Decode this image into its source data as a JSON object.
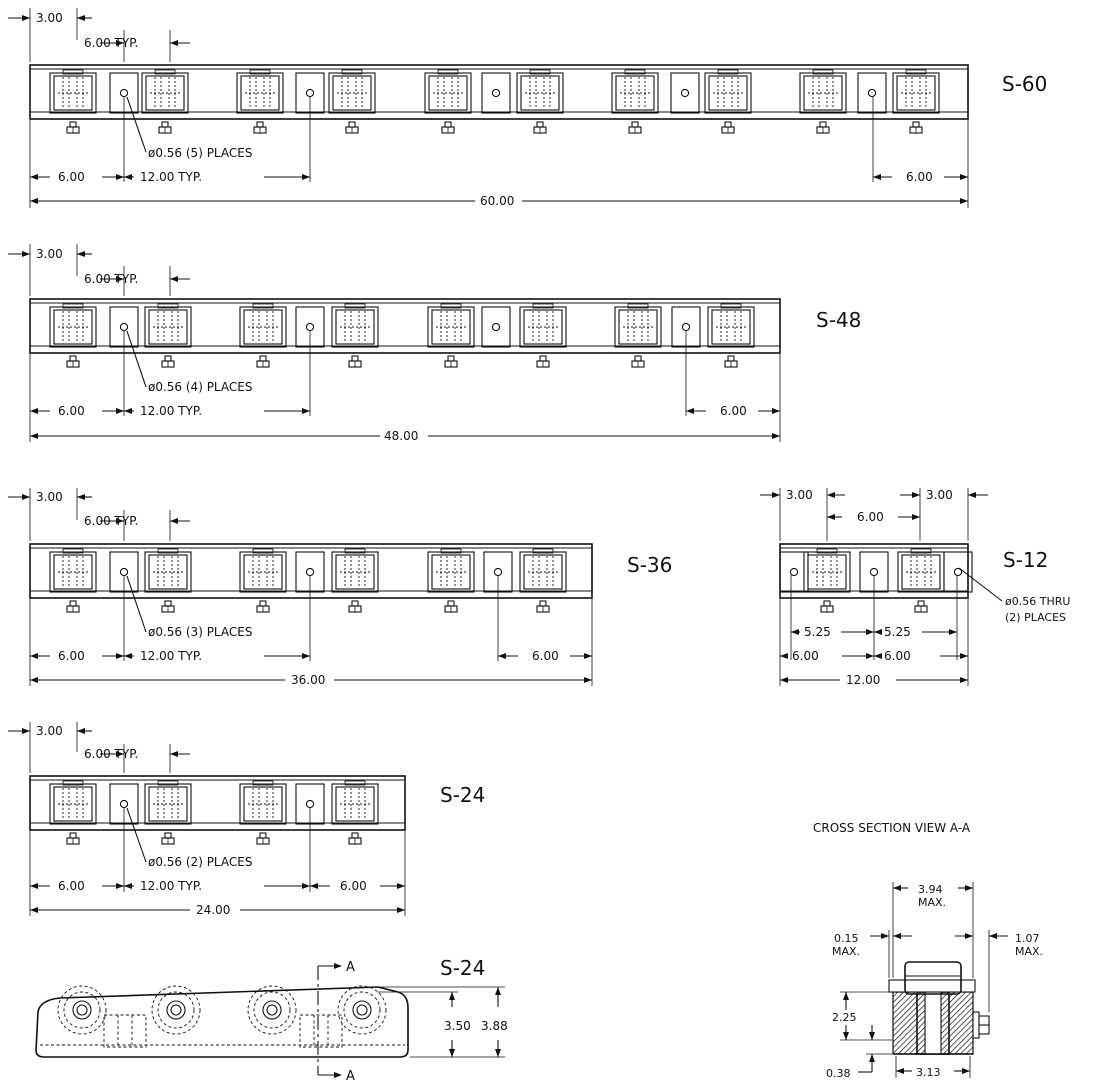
{
  "s60": {
    "label": "S-60",
    "dim_offset": "3.00",
    "dim_pitch": "6.00 TYP.",
    "hole_note": "ø0.56 (5) PLACES",
    "dim_first": "6.00",
    "dim_spacing": "12.00 TYP.",
    "dim_last": "6.00",
    "dim_overall": "60.00"
  },
  "s48": {
    "label": "S-48",
    "dim_offset": "3.00",
    "dim_pitch": "6.00 TYP.",
    "hole_note": "ø0.56 (4) PLACES",
    "dim_first": "6.00",
    "dim_spacing": "12.00 TYP.",
    "dim_last": "6.00",
    "dim_overall": "48.00"
  },
  "s36": {
    "label": "S-36",
    "dim_offset": "3.00",
    "dim_pitch": "6.00 TYP.",
    "hole_note": "ø0.56 (3) PLACES",
    "dim_first": "6.00",
    "dim_spacing": "12.00 TYP.",
    "dim_last": "6.00",
    "dim_overall": "36.00"
  },
  "s24": {
    "label": "S-24",
    "dim_offset": "3.00",
    "dim_pitch": "6.00 TYP.",
    "hole_note": "ø0.56 (2) PLACES",
    "dim_first": "6.00",
    "dim_spacing": "12.00 TYP.",
    "dim_last": "6.00",
    "dim_overall": "24.00"
  },
  "s12": {
    "label": "S-12",
    "dim_offset_left": "3.00",
    "dim_pitch": "6.00",
    "dim_offset_right": "3.00",
    "hole_note_1": "ø0.56 THRU",
    "hole_note_2": "(2) PLACES",
    "dim_left_inner": "5.25",
    "dim_right_inner": "5.25",
    "dim_left_half": "6.00",
    "dim_right_half": "6.00",
    "dim_overall": "12.00"
  },
  "side_view": {
    "label": "S-24",
    "section_mark": "A",
    "dim_height_inner": "3.50",
    "dim_height_outer": "3.88"
  },
  "cross_section": {
    "title": "CROSS SECTION VIEW A-A",
    "dim_width": "3.94",
    "dim_width_note": "MAX.",
    "dim_lip": "0.15",
    "dim_lip_note": "MAX.",
    "dim_bolt": "1.07",
    "dim_bolt_note": "MAX.",
    "dim_height": "2.25",
    "dim_base": "0.38",
    "dim_base_width": "3.13"
  }
}
